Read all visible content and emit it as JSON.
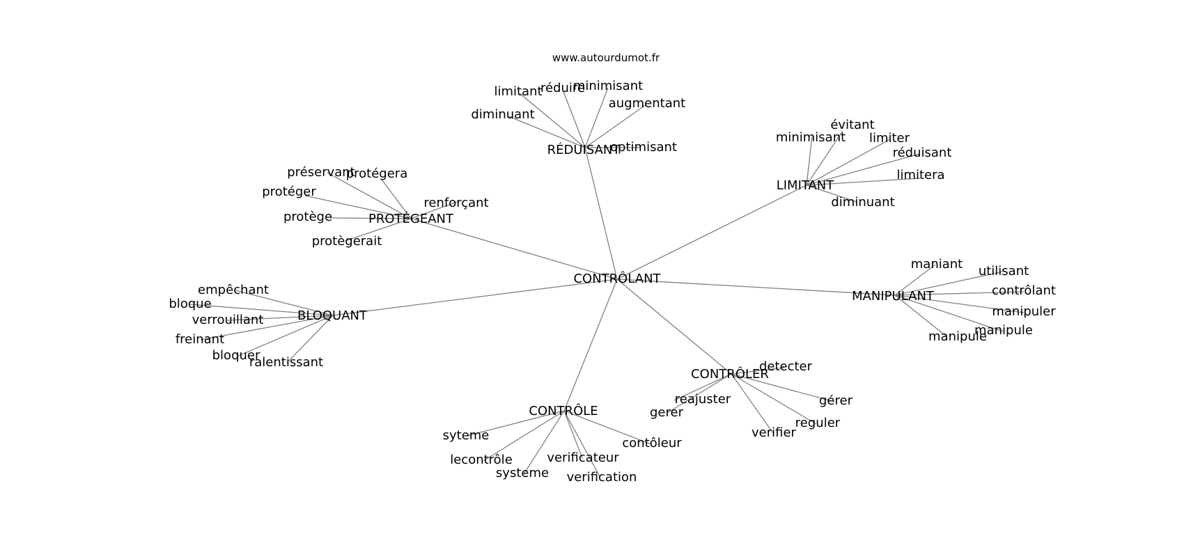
{
  "site": "www.autourdumot.fr",
  "colors": {
    "edge": "#808080",
    "text": "#000000",
    "background": "#ffffff"
  },
  "root": "CONTRÔLANT",
  "clusters": [
    {
      "id": "reduisant",
      "label": "RÉDUISANT",
      "leaves": [
        "limitant",
        "réduire",
        "minimisant",
        "augmentant",
        "diminuant",
        "optimisant"
      ]
    },
    {
      "id": "limitant",
      "label": "LIMITANT",
      "leaves": [
        "évitant",
        "minimisant",
        "limiter",
        "réduisant",
        "limitera",
        "diminuant"
      ]
    },
    {
      "id": "protegeant",
      "label": "PROTÉGEANT",
      "leaves": [
        "préservant",
        "protégera",
        "protéger",
        "renforçant",
        "protège",
        "protègerait"
      ]
    },
    {
      "id": "manipulant",
      "label": "MANIPULANT",
      "leaves": [
        "maniant",
        "utilisant",
        "contrôlant",
        "manipuler",
        "manipule",
        "manipule"
      ]
    },
    {
      "id": "bloquant",
      "label": "BLOQUANT",
      "leaves": [
        "empêchant",
        "bloque",
        "verrouillant",
        "freinant",
        "bloquer",
        "ralentissant"
      ]
    },
    {
      "id": "controler",
      "label": "CONTRÔLER",
      "leaves": [
        "detecter",
        "reajuster",
        "gérer",
        "gerer",
        "reguler",
        "verifier"
      ]
    },
    {
      "id": "controle",
      "label": "CONTRÔLE",
      "leaves": [
        "syteme",
        "contôleur",
        "lecontrôle",
        "verificateur",
        "systeme",
        "verification"
      ]
    }
  ]
}
